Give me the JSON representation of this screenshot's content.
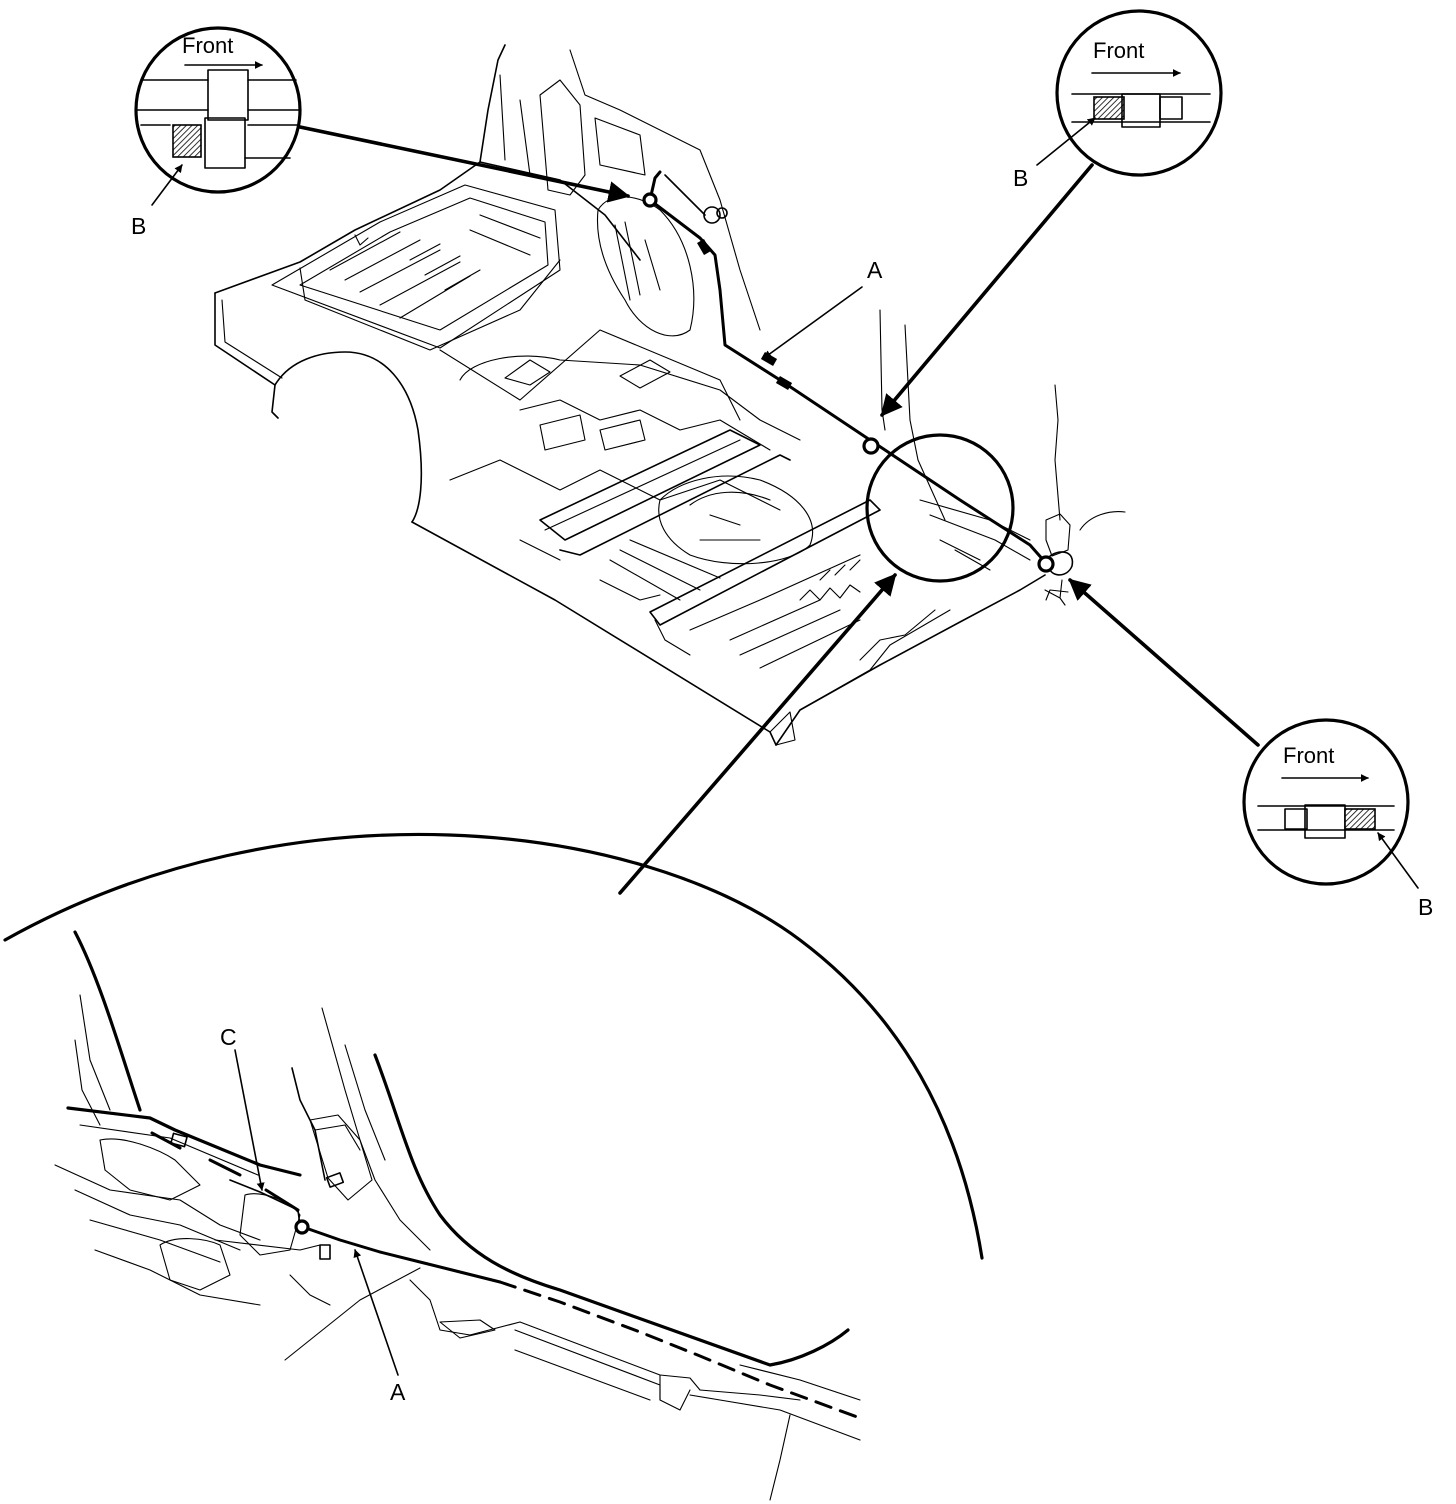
{
  "labels": {
    "cable_top": "A",
    "cable_detail": "A",
    "clamp_detail": "C",
    "clip_top_left": "B",
    "clip_top_right": "B",
    "clip_bottom_right": "B"
  },
  "insets": {
    "top_left_front": "Front",
    "top_right_front": "Front",
    "bottom_right_front": "Front"
  }
}
